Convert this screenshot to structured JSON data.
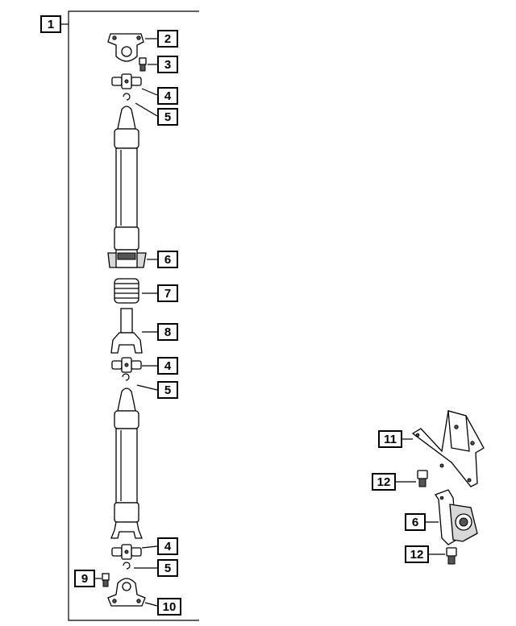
{
  "callouts": {
    "c1": "1",
    "c2": "2",
    "c3": "3",
    "c4a": "4",
    "c5a": "5",
    "c6a": "6",
    "c7": "7",
    "c8": "8",
    "c4b": "4",
    "c5b": "5",
    "c4c": "4",
    "c5c": "5",
    "c9": "9",
    "c10": "10",
    "c11": "11",
    "c12a": "12",
    "c6b": "6",
    "c12b": "12"
  }
}
